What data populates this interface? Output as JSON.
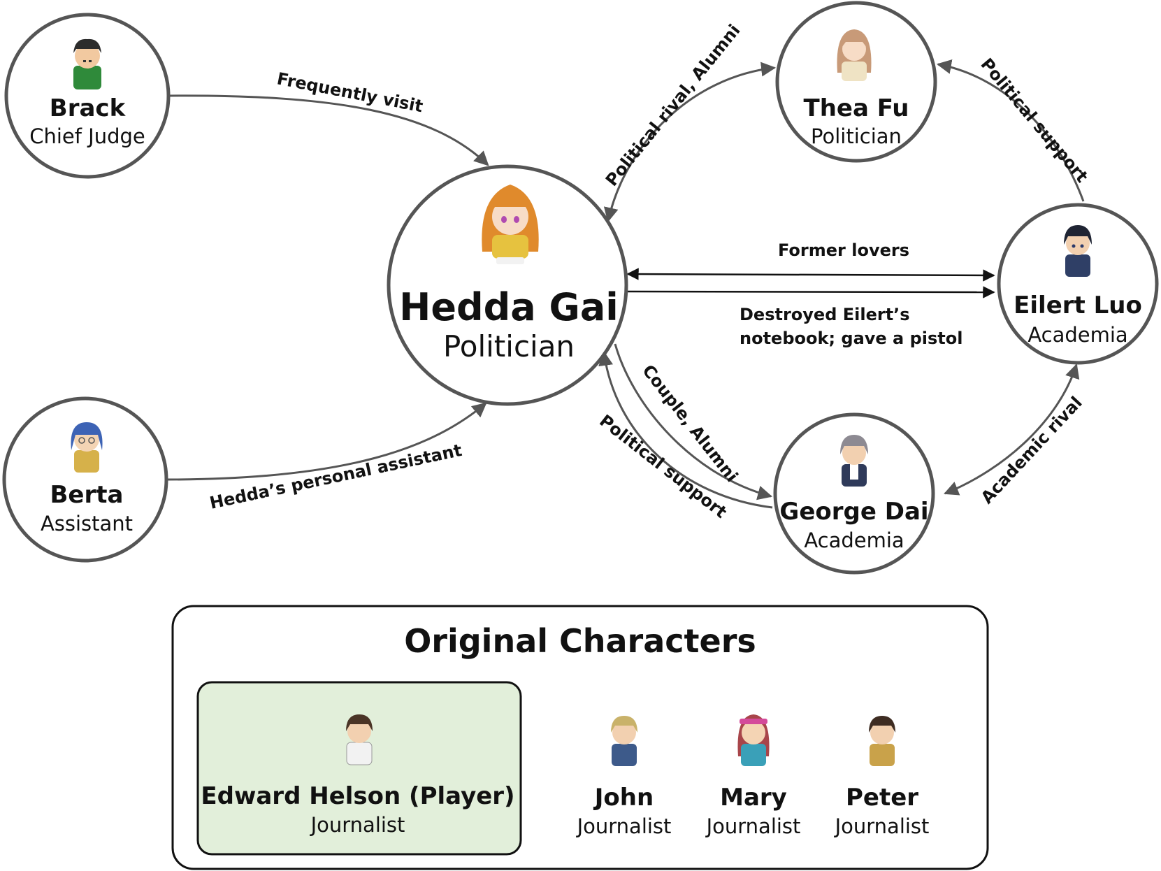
{
  "nodes": {
    "brack": {
      "name": "Brack",
      "role": "Chief Judge"
    },
    "berta": {
      "name": "Berta",
      "role": "Assistant"
    },
    "hedda": {
      "name": "Hedda Gai",
      "role": "Politician"
    },
    "thea": {
      "name": "Thea Fu",
      "role": "Politician"
    },
    "eilert": {
      "name": "Eilert Luo",
      "role": "Academia"
    },
    "george": {
      "name": "George Dai",
      "role": "Academia"
    }
  },
  "edges": {
    "brack_hedda": "Frequently visit",
    "berta_hedda": "Hedda’s personal assistant",
    "thea_hedda": "Political rival, Alumni",
    "eilert_thea": "Political support",
    "former_lovers": "Former lovers",
    "destroyed_1": "Destroyed Eilert’s",
    "destroyed_2": "notebook; gave a pistol",
    "couple": "Couple, Alumni",
    "george_hedda": "Political support",
    "academic": "Academic rival"
  },
  "legend": {
    "title": "Original Characters",
    "player": {
      "name": "Edward Helson (Player)",
      "role": "Journalist"
    },
    "others": [
      {
        "name": "John",
        "role": "Journalist"
      },
      {
        "name": "Mary",
        "role": "Journalist"
      },
      {
        "name": "Peter",
        "role": "Journalist"
      }
    ]
  },
  "colors": {
    "node_stroke": "#555555",
    "edge_stroke": "#555555",
    "player_box_fill": "#e2efda",
    "text": "#111111"
  }
}
